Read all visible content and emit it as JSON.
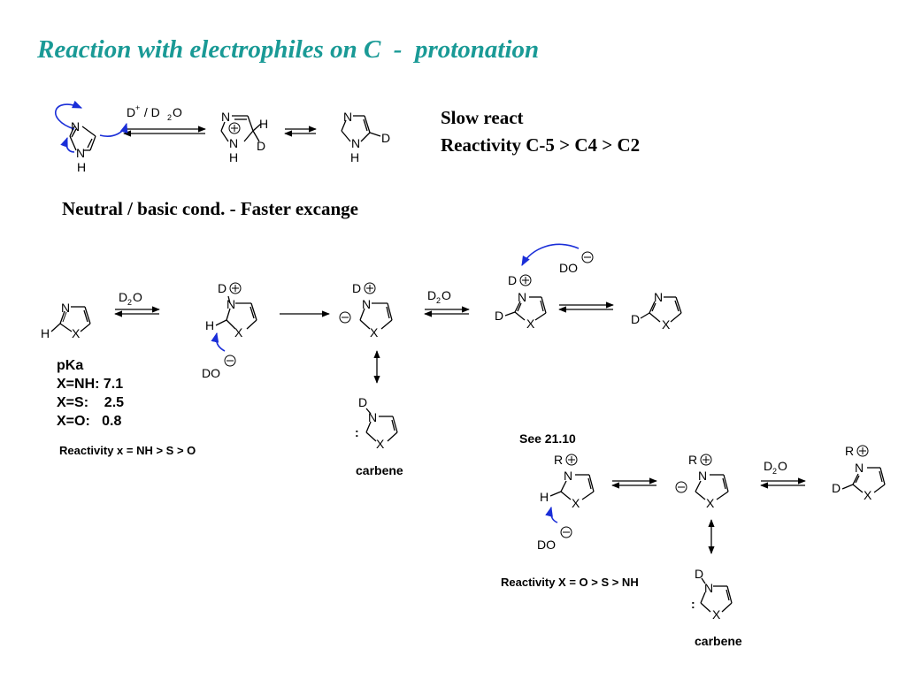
{
  "title": "Reaction with electrophiles on C  -  protonation",
  "top_note": {
    "line1": "Slow react",
    "line2": "Reactivity C-5 > C4 > C2"
  },
  "neutral_heading": "Neutral / basic cond. - Faster excange",
  "pka": {
    "label": "pKa",
    "nh": "X=NH: 7.1",
    "s": "X=S:    2.5",
    "o": "X=O:   0.8"
  },
  "reactivity_left": "Reactivity x = NH > S > O",
  "see_ref": "See 21.10",
  "reactivity_right": "Reactivity X = O > S > NH",
  "carbene_label": "carbene",
  "atoms": {
    "N": "N",
    "H": "H",
    "D": "D",
    "X": "X",
    "R": "R",
    "DO": "DO",
    "colon": ":",
    "D2O_D": "D",
    "D2O_2": "2",
    "D2O_O": "O",
    "Dplus_D": "D",
    "Dplus_plus": "+",
    "Dplus_rest": " / D",
    "Dplus_O": "O"
  },
  "colors": {
    "title": "#1a9a96",
    "curved_arrow": "#1a2ed8",
    "ink": "#000000"
  }
}
